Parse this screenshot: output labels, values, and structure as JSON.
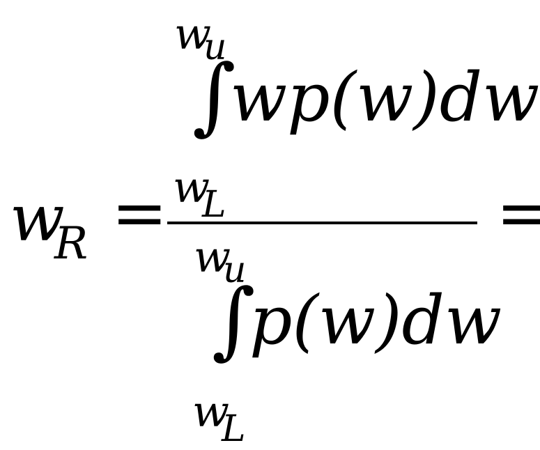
{
  "equation": {
    "lhs": {
      "base": "w",
      "subscript": "R"
    },
    "equals_left": "=",
    "equals_right": "=",
    "numerator": {
      "integral_sign": "∫",
      "upper_limit": {
        "base": "w",
        "subscript": "u"
      },
      "lower_limit": {
        "base": "w",
        "subscript": "L"
      },
      "integrand": "wp(w)dw"
    },
    "denominator": {
      "integral_sign": "∫",
      "upper_limit": {
        "base": "w",
        "subscript": "u"
      },
      "lower_limit": {
        "base": "w",
        "subscript": "L"
      },
      "integrand": "p(w)dw"
    }
  }
}
